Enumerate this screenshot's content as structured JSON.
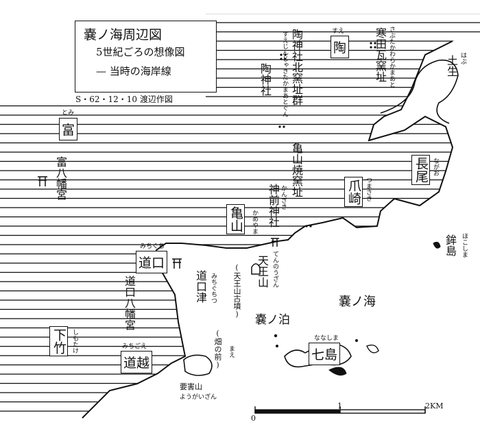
{
  "legend": {
    "title": "嚢ノ海周辺図",
    "subtitle": "5世紀ごろの想像図",
    "coastline_key": "— 当時の海岸線",
    "credit": "S・62・12・10 渡辺作図"
  },
  "places": {
    "sue": {
      "name": "陶",
      "reading": "すえ"
    },
    "sue_shrine": {
      "name": "陶神社"
    },
    "sue_shrine_kiln": {
      "name": "陶神社北窯址群",
      "reading": "すえじんじゃきたかまあとぐん"
    },
    "sanbuta_kiln": {
      "name": "寒田瓦窯址",
      "reading": "さぶたかわらかまあと"
    },
    "habu": {
      "name": "土生",
      "reading": "はぶ"
    },
    "tomi": {
      "name": "富",
      "reading": "とみ"
    },
    "tomi_hachimangu": {
      "name": "富八幡宮"
    },
    "nagao": {
      "name": "長尾",
      "reading": "ながお"
    },
    "tsumasaki": {
      "name": "爪崎",
      "reading": "つまさき"
    },
    "kameyama_kiln": {
      "name": "亀山焼窯址"
    },
    "kanzaki_shrine": {
      "name": "神前神社",
      "reading": "かんざき"
    },
    "kameyama": {
      "name": "亀山",
      "reading": "かめやま"
    },
    "michiguchi": {
      "name": "道口",
      "reading": "みちぐち"
    },
    "michiguchi_hachimangu": {
      "name": "道口八幡宮"
    },
    "michiguchi_tsu": {
      "name": "道口津",
      "reading": "みちぐちつ"
    },
    "tennosan": {
      "name": "天王山",
      "reading": "てんのうざん"
    },
    "tennosan_kofun": {
      "name": "(天王山古墳)"
    },
    "hoko_island": {
      "name": "鉾島",
      "reading": "ほこしま"
    },
    "fukuro_no_umi": {
      "name": "嚢ノ海"
    },
    "fukuro_no_tomari": {
      "name": "嚢ノ泊"
    },
    "shimotake": {
      "name": "下竹",
      "reading": "しもたけ"
    },
    "michigoe": {
      "name": "道越",
      "reading": "みちごえ"
    },
    "hata_no_mae": {
      "name": "(畑の前)",
      "reading": "まえ"
    },
    "nanashima": {
      "name": "七島",
      "reading": "ななしま"
    },
    "urusan": {
      "name": "要害山",
      "reading": "ようがいざん"
    }
  },
  "scale_bar": {
    "marks": [
      "0",
      "1",
      "2KM"
    ]
  },
  "shrine_symbol": "torii-icon",
  "kiln_symbol": "kiln-dots-icon",
  "colors": {
    "ink": "#111111",
    "paper": "#ffffff"
  }
}
